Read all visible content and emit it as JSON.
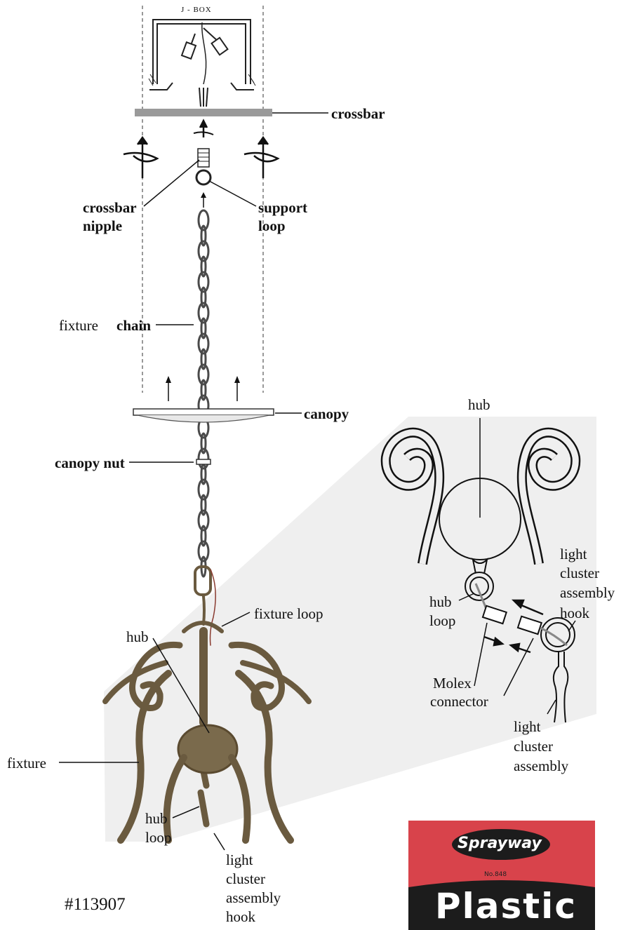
{
  "jbox": {
    "title": "J - BOX"
  },
  "labels": {
    "crossbar": "crossbar",
    "crossbar_nipple_1": "crossbar",
    "crossbar_nipple_2": "nipple",
    "support_loop_1": "support",
    "support_loop_2": "loop",
    "fixture_chain_a": "fixture",
    "fixture_chain_b": "chain",
    "canopy": "canopy",
    "canopy_nut": "canopy nut",
    "fixture_loop": "fixture loop",
    "hub": "hub",
    "fixture": "fixture",
    "hub_loop_1": "hub",
    "hub_loop_2": "loop",
    "lcah_1": "light",
    "lcah_2": "cluster",
    "lcah_3": "assembly",
    "lcah_4": "hook"
  },
  "detail": {
    "hub": "hub",
    "hub_loop_1": "hub",
    "hub_loop_2": "loop",
    "lcah_1": "light",
    "lcah_2": "cluster",
    "lcah_3": "assembly",
    "lcah_4": "hook",
    "molex_1": "Molex",
    "molex_2": "connector",
    "lca_1": "light",
    "lca_2": "cluster",
    "lca_3": "assembly"
  },
  "part_number": "#113907",
  "can": {
    "brand": "Sprayway",
    "number": "No.848",
    "product": "Plastic"
  },
  "colors": {
    "crossbar": "#9a9a9a",
    "detail_panel": "#efefef",
    "can_red": "#d8434b",
    "can_black": "#1c1c1c",
    "metal": "#6a5a3f"
  }
}
